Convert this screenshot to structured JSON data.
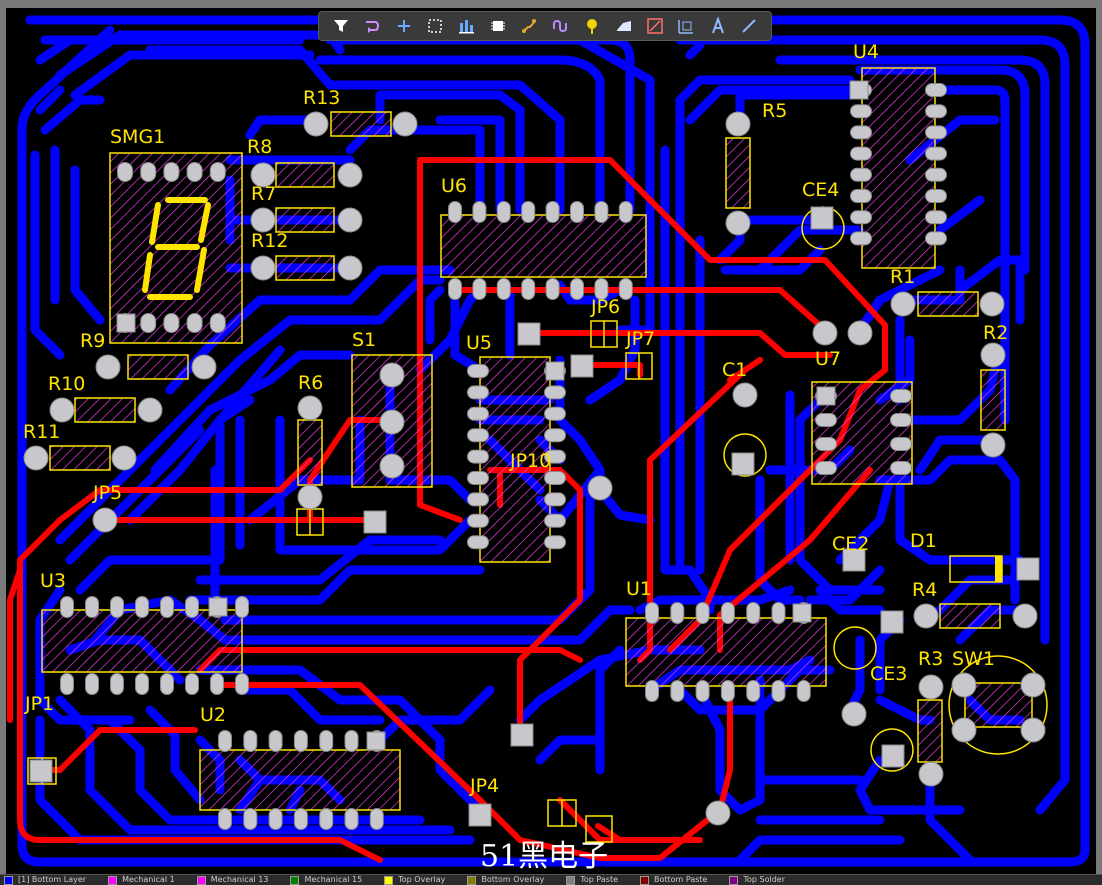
{
  "toolbar": {
    "tools": [
      {
        "name": "filter-icon"
      },
      {
        "name": "route-icon"
      },
      {
        "name": "plus-icon"
      },
      {
        "name": "select-rect-icon"
      },
      {
        "name": "align-icon"
      },
      {
        "name": "component-icon"
      },
      {
        "name": "interactive-route-icon"
      },
      {
        "name": "length-tune-icon"
      },
      {
        "name": "via-icon"
      },
      {
        "name": "polygon-icon"
      },
      {
        "name": "keepout-icon"
      },
      {
        "name": "dimension-icon"
      },
      {
        "name": "text-icon"
      },
      {
        "name": "line-icon"
      }
    ]
  },
  "components": [
    "SMG1",
    "R13",
    "R8",
    "R7",
    "R12",
    "R9",
    "R10",
    "R11",
    "U6",
    "R5",
    "CE4",
    "U4",
    "R1",
    "R2",
    "JP6",
    "JP7",
    "S1",
    "U5",
    "R6",
    "C1",
    "U7",
    "JP10",
    "JP5",
    "U3",
    "CE2",
    "D1",
    "U1",
    "R4",
    "R3",
    "SW1",
    "CE3",
    "JP1",
    "U2",
    "JP4"
  ],
  "watermark": "51黑电子",
  "layer_tabs": [
    {
      "label": "[1] Bottom Layer",
      "color": "#0000ff"
    },
    {
      "label": "Mechanical 1",
      "color": "#ff00ff"
    },
    {
      "label": "Mechanical 13",
      "color": "#ff00ff"
    },
    {
      "label": "Mechanical 15",
      "color": "#008000"
    },
    {
      "label": "Top Overlay",
      "color": "#ffff00"
    },
    {
      "label": "Bottom Overlay",
      "color": "#808000"
    },
    {
      "label": "Top Paste",
      "color": "#808080"
    },
    {
      "label": "Bottom Paste",
      "color": "#800000"
    },
    {
      "label": "Top Solder",
      "color": "#800080"
    }
  ],
  "colors": {
    "top_layer": "#ff0000",
    "bottom_layer": "#0000ff",
    "overlay": "#ffe400",
    "pad": "#c8c8cc",
    "hatch": "#ff00ff"
  }
}
